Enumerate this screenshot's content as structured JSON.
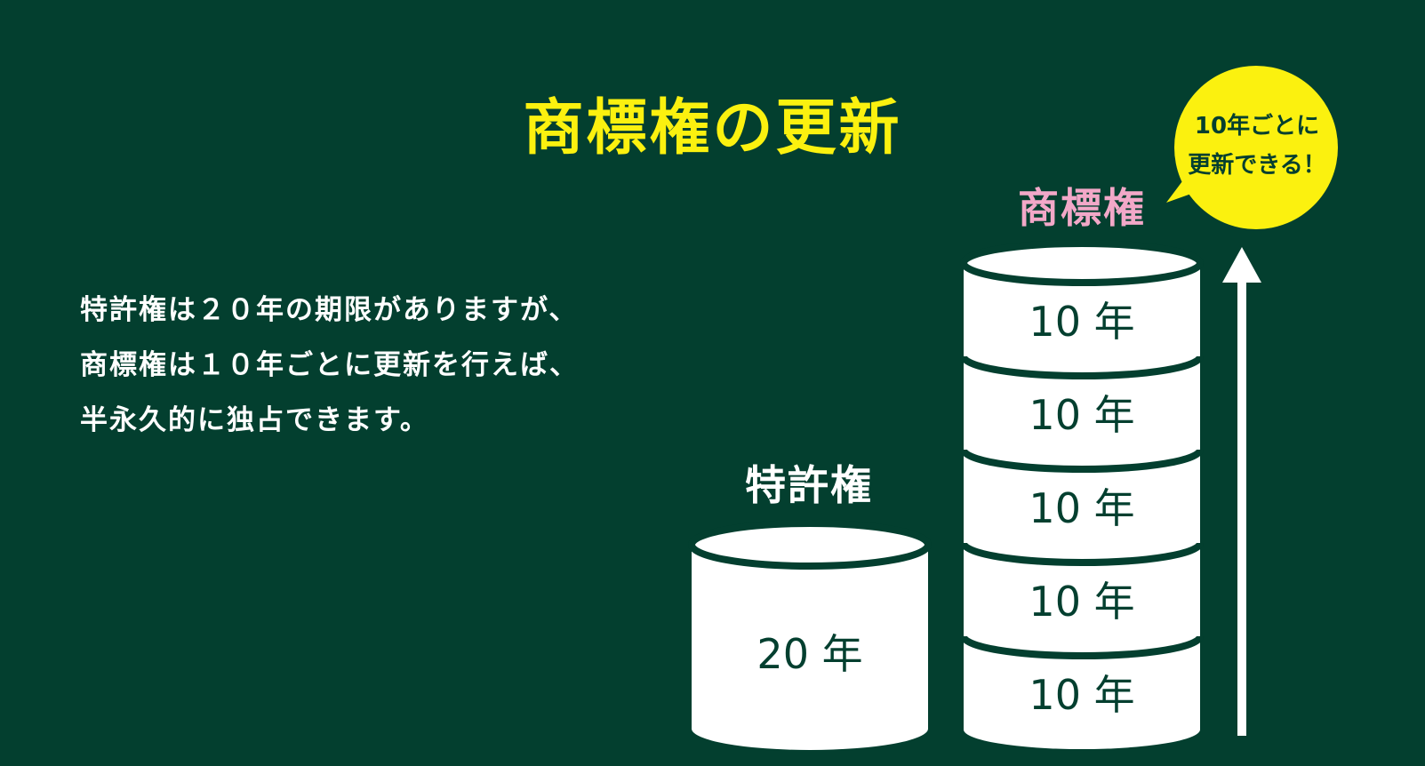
{
  "title": "商標権の更新",
  "description": [
    "特許権は２０年の期限がありますが、",
    "商標権は１０年ごとに更新を行えば、",
    "半永久的に独占できます。"
  ],
  "patent": {
    "label": "特許権",
    "segment": "20 年"
  },
  "trademark": {
    "label": "商標権",
    "segments": [
      "10 年",
      "10 年",
      "10 年",
      "10 年",
      "10 年"
    ]
  },
  "bubble": {
    "lines": [
      "10年ごとに",
      "更新できる！"
    ]
  },
  "colors": {
    "background": "#033f2f",
    "title": "#fbf10f",
    "trademark_label": "#f2a8c8",
    "bubble": "#fbf10f",
    "cylinder": "#ffffff"
  }
}
